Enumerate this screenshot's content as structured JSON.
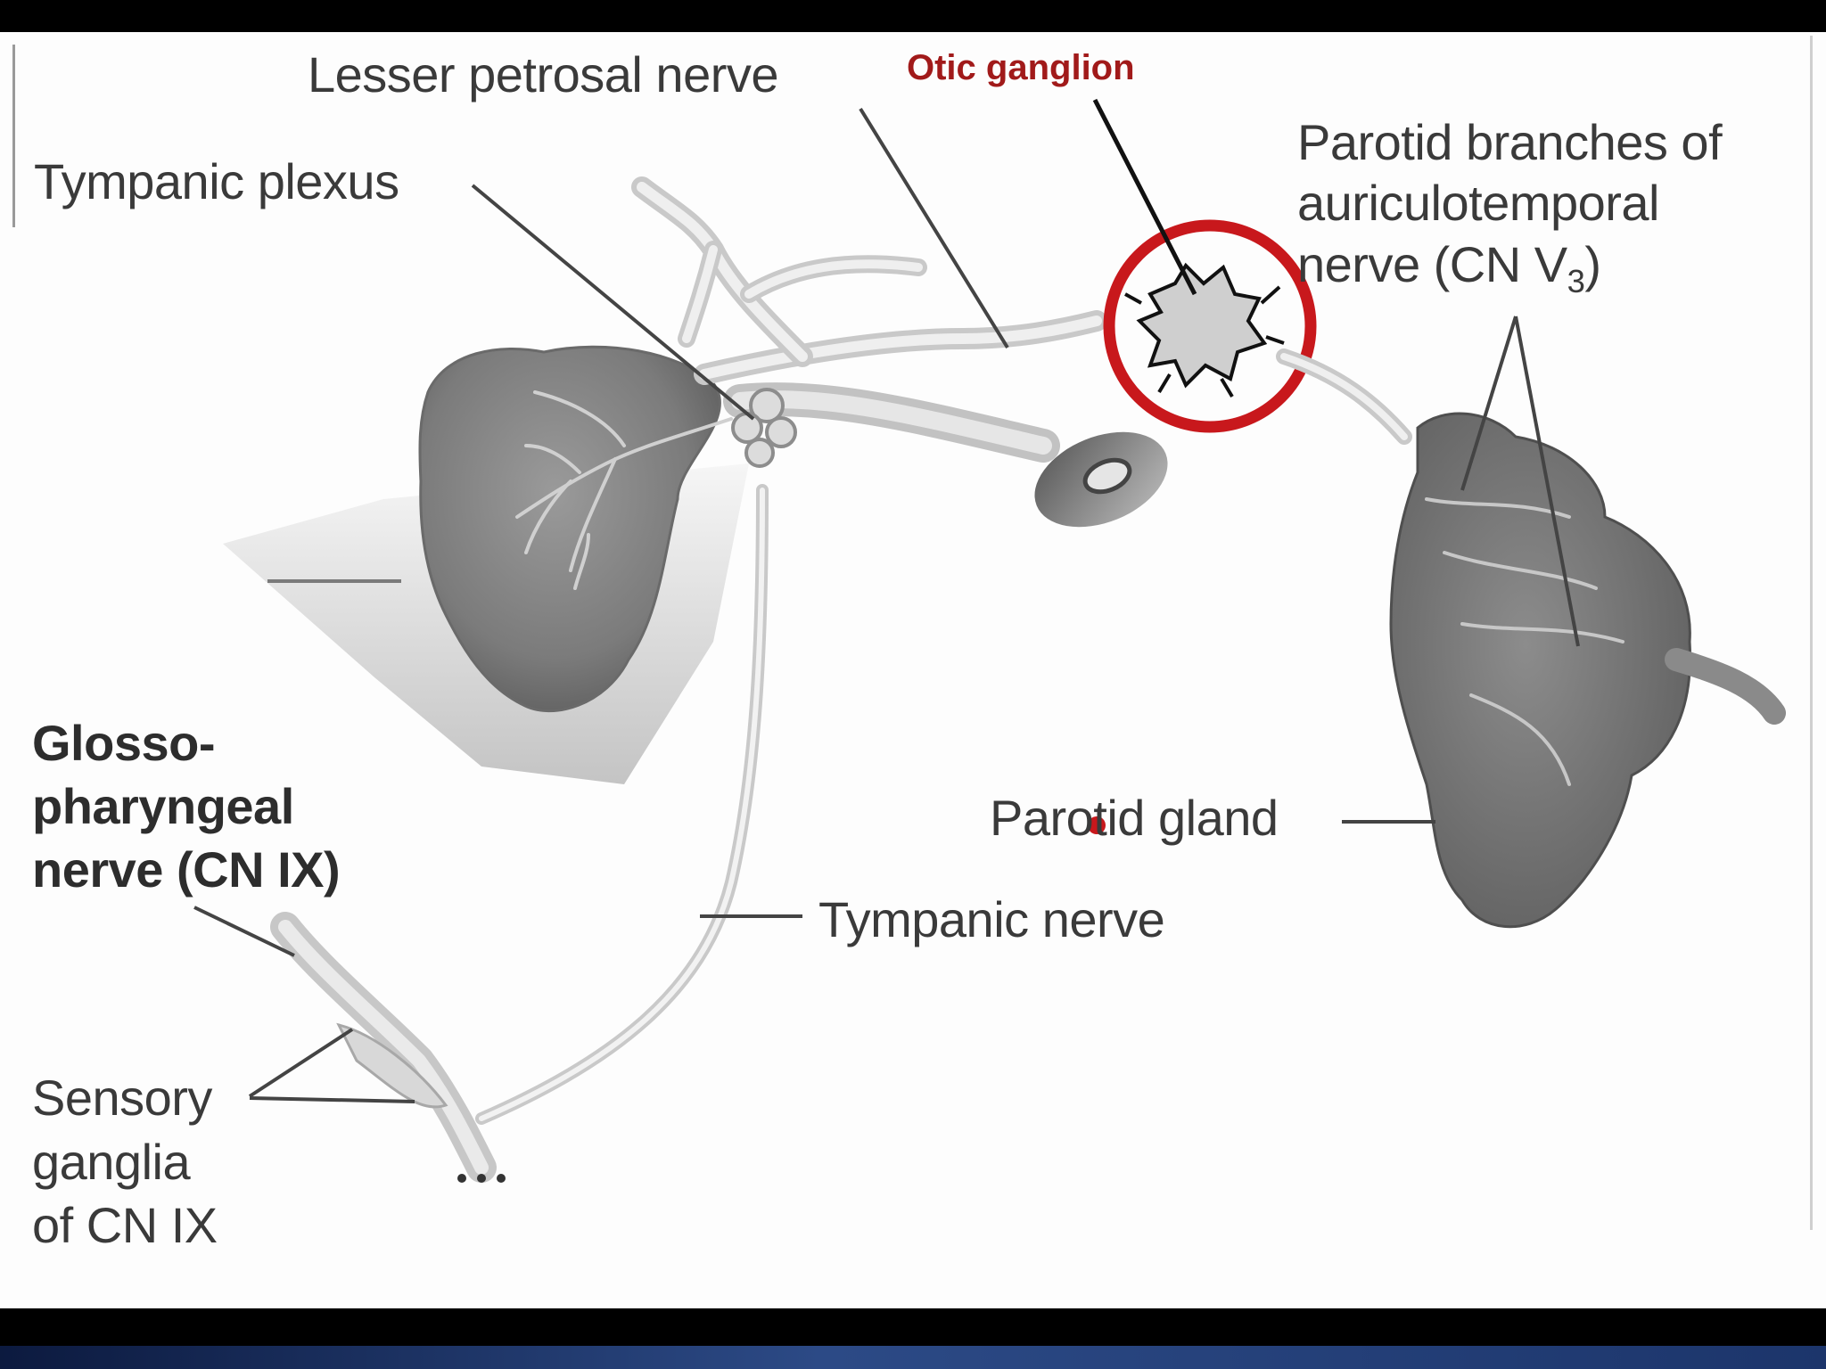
{
  "labels": {
    "lesser_petrosal_nerve": "Lesser petrosal nerve",
    "otic_ganglion": "Otic ganglion",
    "tympanic_plexus": "Tympanic plexus",
    "parotid_branches": {
      "line1": "Parotid branches of",
      "line2": "auriculotemporal",
      "line3_prefix": "nerve (CN V",
      "line3_sub": "3",
      "line3_suffix": ")"
    },
    "glossopharyngeal": {
      "line1": "Glosso-",
      "line2": "pharyngeal",
      "line3": "nerve (CN IX)"
    },
    "parotid_gland": "Parotid gland",
    "tympanic_nerve": "Tympanic nerve",
    "sensory_ganglia": {
      "line1": "Sensory",
      "line2": "ganglia",
      "line3": "of CN IX"
    }
  },
  "colors": {
    "highlight_circle": "#c8181c",
    "label_red": "#a11a1a",
    "structure_gray": "#8a8a8a",
    "nerve_gray": "#cfcfcf"
  }
}
